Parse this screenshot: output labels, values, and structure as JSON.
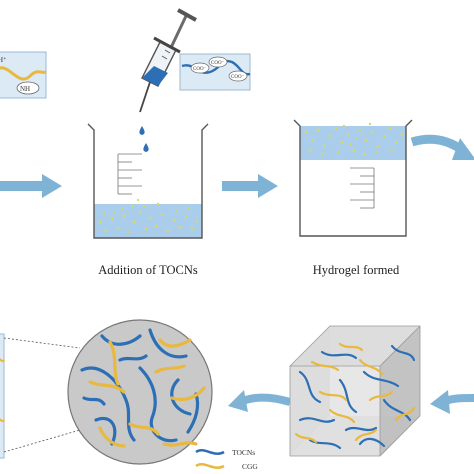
{
  "captions": {
    "addition": "Addition of TOCNs",
    "hydrogel": "Hydrogel formed"
  },
  "labels": {
    "coo_1": "COO⁻",
    "coo_2": "COO⁻",
    "coo_3": "COO⁻",
    "nh_fragment": "NH",
    "h_fragment": "H⁺"
  },
  "legend": {
    "tocns": "TOCNs",
    "cgg": "CGG"
  },
  "colors": {
    "tocn_blue": "#2d6fb5",
    "cgg_yellow": "#e8b93e",
    "arrow_blue": "#7fb3d6",
    "liquid": "#a9cdea",
    "gel_green": "#c8d65a",
    "cube_grey": "#d9d9d9",
    "circle_grey": "#c9c9c9"
  }
}
